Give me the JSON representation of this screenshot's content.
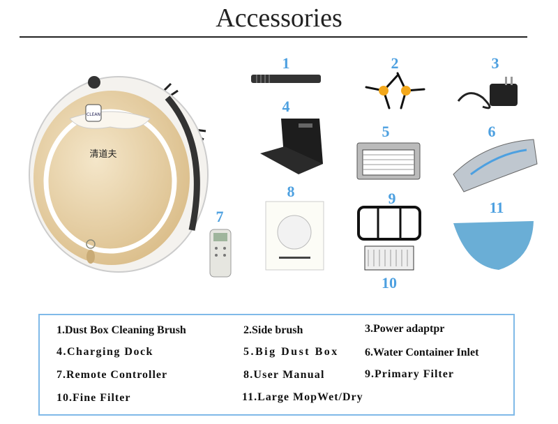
{
  "title": "Accessories",
  "numbers": [
    "1",
    "2",
    "3",
    "4",
    "5",
    "6",
    "7",
    "8",
    "9",
    "10",
    "11"
  ],
  "legend": [
    "1.Dust Box Cleaning Brush",
    "2.Side brush",
    "3.Power adaptpr",
    "4.Charging Dock",
    "5.Big Dust Box",
    "6.Water Container Inlet",
    "7.Remote Controller",
    "8.User Manual",
    "9.Primary Filter",
    "10.Fine Filter",
    "11.Large MopWet/Dry"
  ],
  "robot": {
    "button_label": "CLEAN",
    "brand": "清道夫"
  },
  "colors": {
    "accent_blue": "#4da0e0",
    "robot_gold": "#e8d2a8",
    "box_border": "#7fb9e8"
  }
}
